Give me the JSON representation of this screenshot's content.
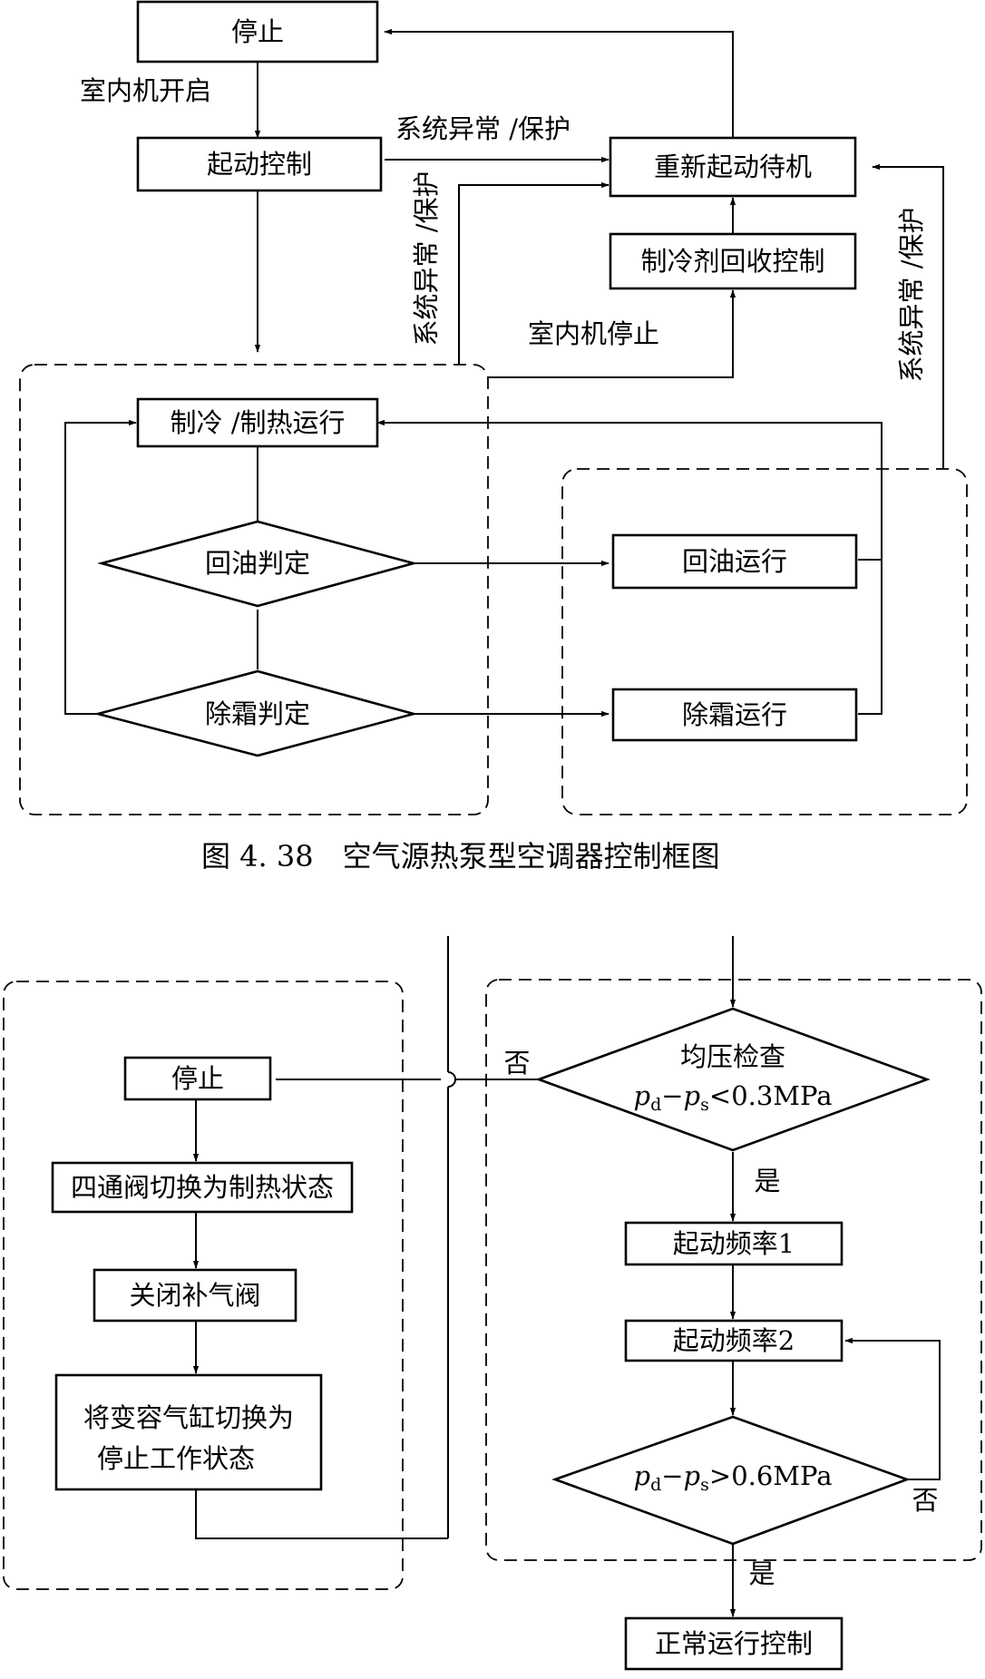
{
  "fig1": {
    "caption": "图 4. 38　空气源热泵型空调器控制框图",
    "stop": "停止",
    "indoor_on": "室内机开启",
    "start_control": "起动控制",
    "sys_fault_top": "系统异常 /保护",
    "sys_fault_left": "系统异常 /保护",
    "sys_fault_right": "系统异常 /保护",
    "restart_standby": "重新起动待机",
    "refrigerant_recovery": "制冷剂回收控制",
    "indoor_off": "室内机停止",
    "cool_heat_run": "制冷 /制热运行",
    "oil_return_judge": "回油判定",
    "oil_return_run": "回油运行",
    "defrost_judge": "除霜判定",
    "defrost_run": "除霜运行"
  },
  "fig2": {
    "stop": "停止",
    "four_way_valve": "四通阀切换为制热状态",
    "close_vapor_valve": "关闭补气阀",
    "cylinder_line1": "将变容气缸切换为",
    "cylinder_line2": "停止工作状态",
    "pressure_check_title": "均压检查",
    "pressure_check_var_pd": "p",
    "pressure_check_sub_d": "d",
    "pressure_check_minus": "−",
    "pressure_check_var_ps": "p",
    "pressure_check_sub_s": "s",
    "pressure_check_rest": "<0.3MPa",
    "no_label_top": "否",
    "yes_label_top": "是",
    "start_freq1": "起动频率1",
    "start_freq2": "起动频率2",
    "cond_var_pd": "p",
    "cond_sub_d": "d",
    "cond_minus": "−",
    "cond_var_ps": "p",
    "cond_sub_s": "s",
    "cond_rest": ">0.6MPa",
    "no_label_bottom": "否",
    "yes_label_bottom": "是",
    "normal_control": "正常运行控制"
  }
}
